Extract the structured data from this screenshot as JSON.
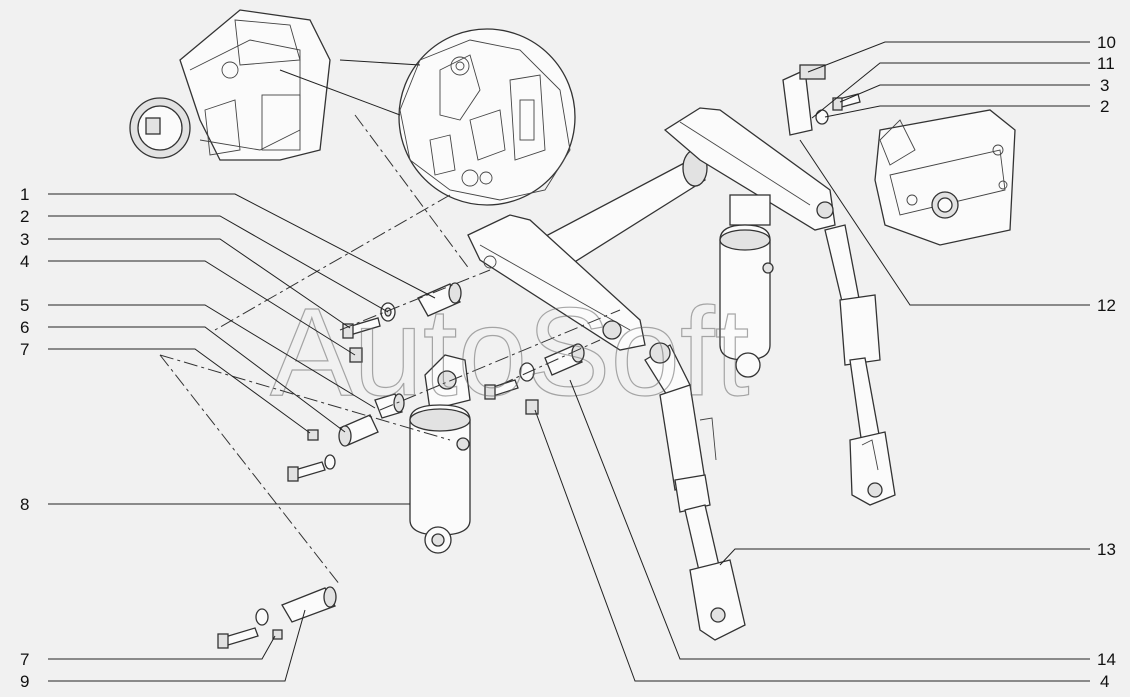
{
  "watermark": "AutoSoft",
  "callouts": [
    {
      "id": "c1",
      "text": "1"
    },
    {
      "id": "c2",
      "text": "2"
    },
    {
      "id": "c3",
      "text": "3"
    },
    {
      "id": "c4",
      "text": "4"
    },
    {
      "id": "c5",
      "text": "5"
    },
    {
      "id": "c6",
      "text": "6"
    },
    {
      "id": "c7",
      "text": "7"
    },
    {
      "id": "c8",
      "text": "8"
    },
    {
      "id": "c7b",
      "text": "7"
    },
    {
      "id": "c9",
      "text": "9"
    },
    {
      "id": "c10",
      "text": "10"
    },
    {
      "id": "c11",
      "text": "11"
    },
    {
      "id": "c3b",
      "text": "3"
    },
    {
      "id": "c2b",
      "text": "2"
    },
    {
      "id": "c12",
      "text": "12"
    },
    {
      "id": "c13",
      "text": "13"
    },
    {
      "id": "c14",
      "text": "14"
    },
    {
      "id": "c4b",
      "text": "4"
    }
  ]
}
